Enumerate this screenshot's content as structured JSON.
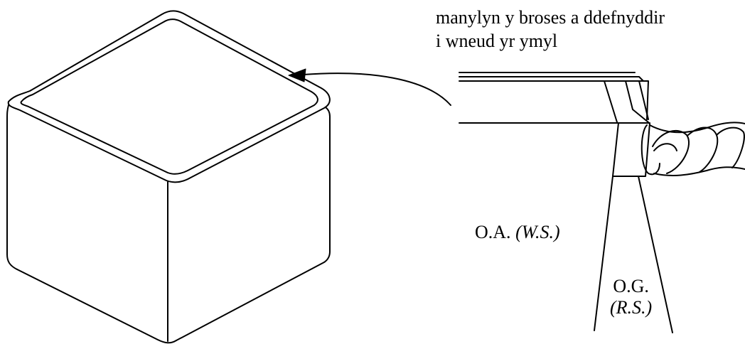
{
  "caption": {
    "line1": "manylyn y broses a ddefnyddir",
    "line2": "i wneud yr ymyl"
  },
  "labels": {
    "wrong_side_abbr": "O.A.",
    "wrong_side_en": "(W.S.)",
    "right_side_abbr": "O.G.",
    "right_side_en": "(R.S.)"
  },
  "colors": {
    "ink": "#000000",
    "background": "#ffffff"
  }
}
